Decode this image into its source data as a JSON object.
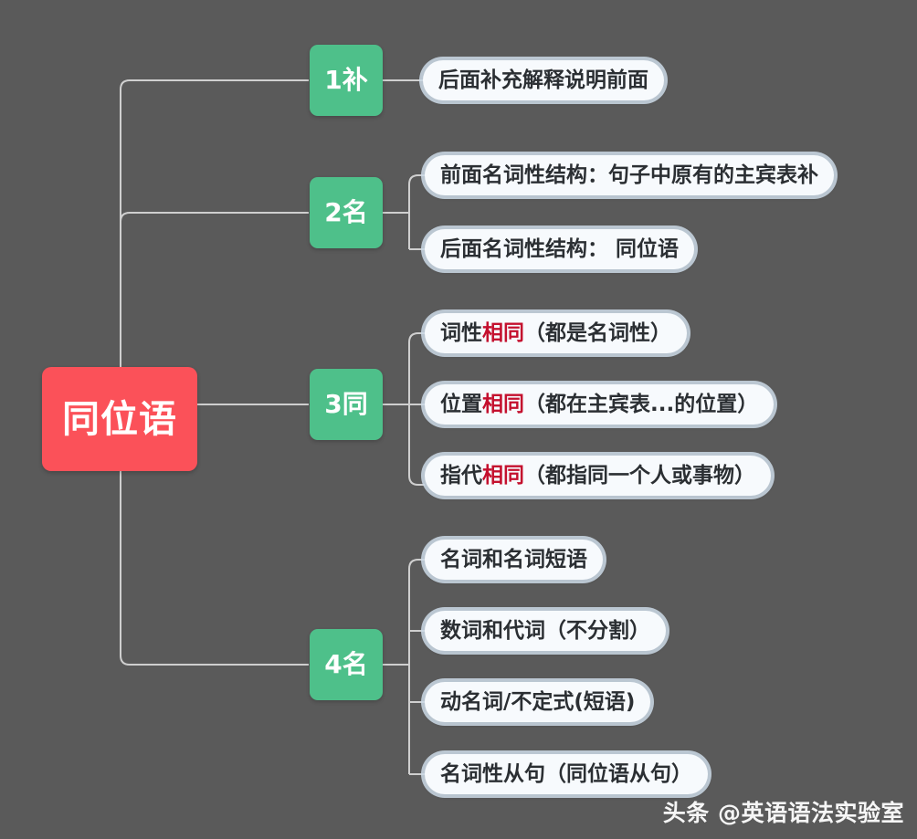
{
  "colors": {
    "background": "#5a5a5a",
    "root": "#fb5159",
    "branch": "#4ec08a",
    "leaf_fill": "#f7fafd",
    "leaf_text": "#2b2f33",
    "highlight": "#c4102e",
    "connector": "#cfcfcf"
  },
  "root": {
    "label": "同位语"
  },
  "branches": [
    {
      "label": "1补",
      "leaves": [
        {
          "text": "后面补充解释说明前面",
          "highlight": ""
        }
      ]
    },
    {
      "label": "2名",
      "leaves": [
        {
          "text": "前面名词性结构：句子中原有的主宾表补",
          "highlight": ""
        },
        {
          "text": "后面名词性结构： 同位语",
          "highlight": ""
        }
      ]
    },
    {
      "label": "3同",
      "leaves": [
        {
          "text": "词性相同（都是名词性）",
          "highlight": "相同"
        },
        {
          "text": "位置相同（都在主宾表...的位置）",
          "highlight": "相同"
        },
        {
          "text": "指代相同（都指同一个人或事物）",
          "highlight": "相同"
        }
      ]
    },
    {
      "label": "4名",
      "leaves": [
        {
          "text": "名词和名词短语",
          "highlight": ""
        },
        {
          "text": "数词和代词（不分割）",
          "highlight": ""
        },
        {
          "text": "动名词/不定式(短语)",
          "highlight": ""
        },
        {
          "text": "名词性从句（同位语从句）",
          "highlight": ""
        }
      ]
    }
  ],
  "watermark": {
    "text": "头条 @英语语法实验室"
  }
}
